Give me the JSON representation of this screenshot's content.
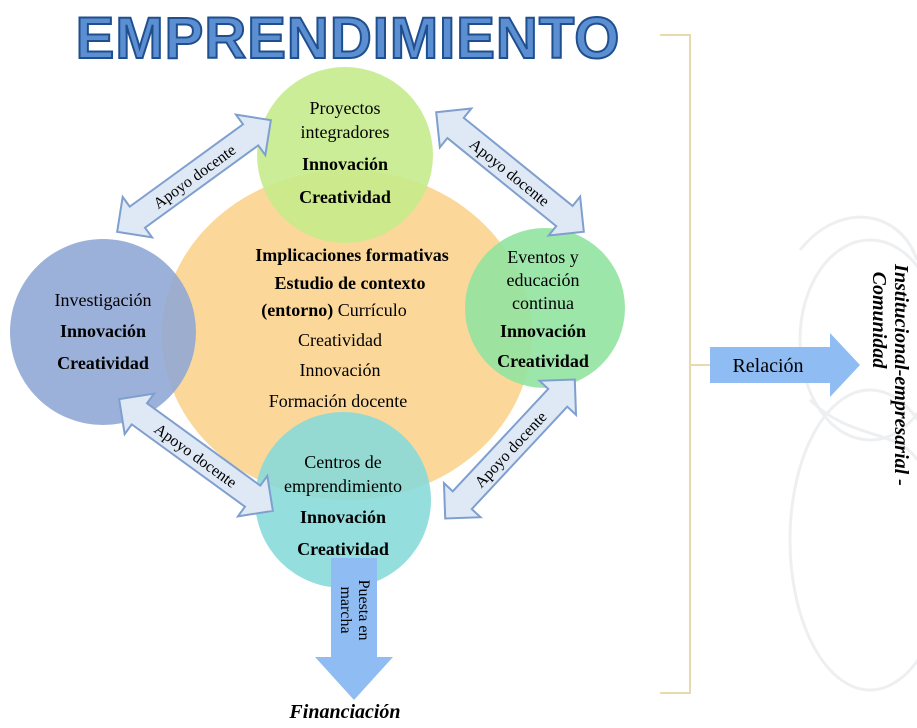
{
  "title": "EMPRENDIMIENTO",
  "center": {
    "line1": "Implicaciones formativas",
    "line2": "Estudio de contexto",
    "line3_bold": "(entorno)",
    "line3_rest": " Currículo",
    "line4": "Creatividad",
    "line5": "Innovación",
    "line6": "Formación docente"
  },
  "top_circle": {
    "line1": "Proyectos",
    "line2": "integradores",
    "innovation": "Innovación",
    "creativity": "Creatividad"
  },
  "left_circle": {
    "line1": "Investigación",
    "innovation": "Innovación",
    "creativity": "Creatividad"
  },
  "right_circle": {
    "line1": "Eventos y",
    "line2": "educación",
    "line3": "continua",
    "innovation": "Innovación",
    "creativity": "Creatividad"
  },
  "bottom_circle": {
    "line1": "Centros de",
    "line2": "emprendimiento",
    "innovation": "Innovación",
    "creativity": "Creatividad"
  },
  "arrows": {
    "top_left": "Apoyo docente",
    "top_right": "Apoyo docente",
    "bottom_left": "Apoyo docente",
    "bottom_right": "Apoyo docente"
  },
  "down_arrow": {
    "line1": "Puesta en",
    "line2": "marcha"
  },
  "financing": "Financiación",
  "relation": "Relación",
  "side_label": {
    "line1": "Institucional-empresarial -",
    "line2": "Comunidad"
  },
  "colors": {
    "title_fill": "#5b8fd1",
    "title_stroke": "#1f4f8f",
    "center_circle": "#fbd89a",
    "top_circle": "#c5ea8a",
    "left_circle": "#8ea6d4",
    "right_circle": "#8fe39e",
    "bottom_circle": "#86dada",
    "arrow_fill": "#dfe8f5",
    "arrow_stroke": "#7f9fcf",
    "blue_arrow": "#8fbcf2",
    "bracket": "#e8d9ae"
  }
}
